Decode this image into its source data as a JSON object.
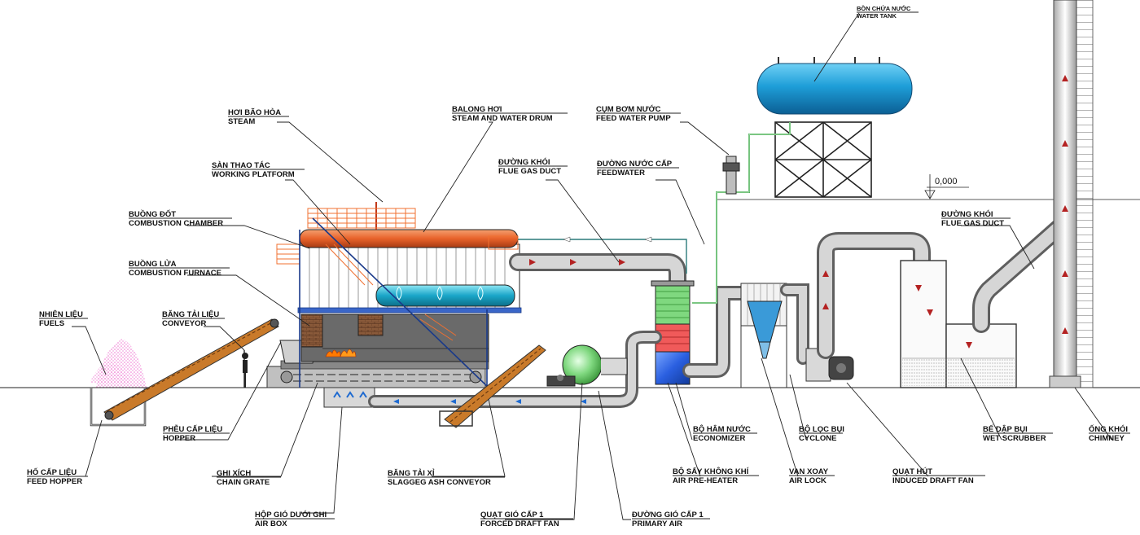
{
  "labels": {
    "water_tank": {
      "vi": "BỒN CHỨA NƯỚC",
      "en": "WATER TANK"
    },
    "steam": {
      "vi": "HƠI BÃO HÒA",
      "en": "STEAM"
    },
    "steam_drum": {
      "vi": "BALONG HƠI",
      "en": "STEAM AND WATER DRUM"
    },
    "feed_pump": {
      "vi": "CỤM BƠM NƯỚC",
      "en": "FEED WATER PUMP"
    },
    "platform": {
      "vi": "SÀN THAO TÁC",
      "en": "WORKING PLATFORM"
    },
    "flue_duct_1": {
      "vi": "ĐƯỜNG KHÓI",
      "en": "FLUE GAS DUCT"
    },
    "feedwater": {
      "vi": "ĐƯỜNG NƯỚC CẤP",
      "en": "FEEDWATER"
    },
    "chamber": {
      "vi": "BUỒNG ĐỐT",
      "en": "COMBUSTION CHAMBER"
    },
    "furnace": {
      "vi": "BUỒNG LỬA",
      "en": "COMBUSTION FURNACE"
    },
    "flue_duct_2": {
      "vi": "ĐƯỜNG KHÓI",
      "en": "FLUE GAS DUCT"
    },
    "fuels": {
      "vi": "NHIÊN LIỆU",
      "en": "FUELS"
    },
    "conveyor": {
      "vi": "BĂNG TẢI LIỆU",
      "en": "CONVEYOR"
    },
    "hopper": {
      "vi": "PHỄU CẤP LIỆU",
      "en": "HOPPER"
    },
    "feed_hopper": {
      "vi": "HỐ CẤP LIỆU",
      "en": "FEED HOPPER"
    },
    "chain_grate": {
      "vi": "GHI XÍCH",
      "en": "CHAIN GRATE"
    },
    "air_box": {
      "vi": "HỘP GIÓ DƯỚI GHI",
      "en": "AIR BOX"
    },
    "ash_conveyor": {
      "vi": "BĂNG TẢI XỈ",
      "en": "SLAGGEG ASH CONVEYOR"
    },
    "fd_fan": {
      "vi": "QUẠT GIÓ CẤP 1",
      "en": "FORCED DRAFT FAN"
    },
    "primary_air": {
      "vi": "ĐƯỜNG GIÓ CẤP 1",
      "en": "PRIMARY AIR"
    },
    "economizer": {
      "vi": "BỘ HÂM NƯỚC",
      "en": "ECONOMIZER"
    },
    "air_preheater": {
      "vi": "BỘ SẤY KHÔNG KHÍ",
      "en": "AIR PRE-HEATER"
    },
    "air_lock": {
      "vi": "VAN XOAY",
      "en": "AIR LOCK"
    },
    "cyclone": {
      "vi": "BỘ LỌC BỤI",
      "en": "CYCLONE"
    },
    "id_fan": {
      "vi": "QUẠT HÚT",
      "en": "INDUCED DRAFT FAN"
    },
    "wet_scrubber": {
      "vi": "BỂ DẬP BỤI",
      "en": "WET SCRUBBER"
    },
    "chimney": {
      "vi": "ỐNG KHÓI",
      "en": "CHIMNEY"
    }
  },
  "elevation": "0,000",
  "colors": {
    "tank_blue": "#1e9ed8",
    "drum_orange": "#e8622a",
    "drum_band": "#1aa6c8",
    "economizer_green": "#7fd87f",
    "preheater_red": "#f05a5a",
    "preheater_blue": "#2a5fe0",
    "pipe_gray": "#9a9a9a",
    "platform_orange": "#f07030",
    "fuel_pink": "#f070d0",
    "arrow_red": "#b42222",
    "feed_line_green": "#3fa94b"
  }
}
